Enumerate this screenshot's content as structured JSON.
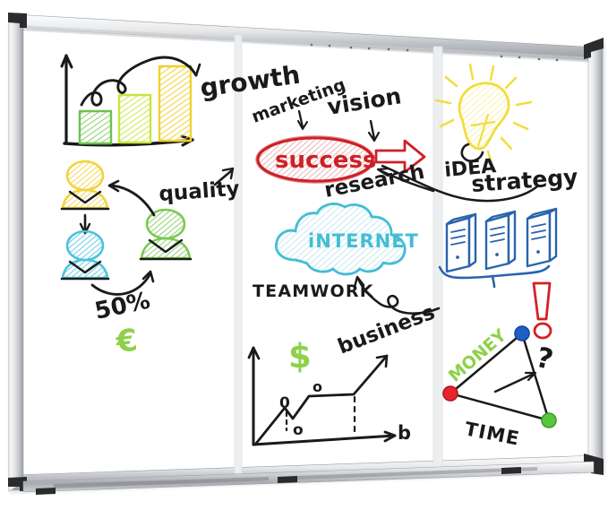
{
  "scene": {
    "title": "Whiteboard with hand-drawn business brainstorm sketches",
    "surface_color": "#ffffff",
    "frame_color": "#d8dade",
    "frame_highlight": "#f4f5f6",
    "frame_shadow": "#8f9296",
    "corner_color": "#2b2b2d",
    "tray_color": "#b9bcc0",
    "panel_divider_color": "#e3e5e8",
    "panel_count": 3
  },
  "panels": [
    {
      "name": "left-panel"
    },
    {
      "name": "center-panel"
    },
    {
      "name": "right-panel"
    }
  ],
  "colors": {
    "ink_black": "#1a1a1a",
    "bar_green": "#6cc24a",
    "bar_lime": "#c6e63c",
    "bar_yellow": "#f0d030",
    "person_yellow": "#f2d33c",
    "person_cyan": "#4cc3dd",
    "person_green": "#7dc855",
    "euro_green": "#8ed14a",
    "dollar_green": "#8ed14a",
    "success_red": "#cc2127",
    "cloud_cyan": "#45bcd4",
    "server_blue": "#2a63ad",
    "bulb_yellow": "#f2dd3c",
    "money_green": "#8ed14a",
    "dot_red": "#e8232a",
    "dot_blue": "#1f5fc4",
    "dot_green": "#57c63b",
    "exclaim_red": "#d32027"
  },
  "sketches": {
    "left": {
      "bar_chart": {
        "name": "growth-bar-chart",
        "label": "growth",
        "bars": [
          {
            "color_key": "bar_green",
            "height_rel": 0.33
          },
          {
            "color_key": "bar_lime",
            "height_rel": 0.62
          },
          {
            "color_key": "bar_yellow",
            "height_rel": 1.0
          }
        ],
        "arrow": "looping-arc-over-bars"
      },
      "people": {
        "name": "people-cluster",
        "items": [
          "person-yellow",
          "person-cyan",
          "person-green"
        ],
        "label_quality": "quality",
        "label_percent": "50%",
        "euro_symbol": "€"
      }
    },
    "center": {
      "label_marketing": "marketing",
      "label_vision": "vision",
      "label_success": "success",
      "label_research": "research",
      "label_internet": "iNTERNET",
      "label_teamwork": "TEAMWORK",
      "label_business": "business",
      "dollar_symbol": "$",
      "axis_label_x": "b",
      "axis_marks": [
        "0",
        "o",
        "o"
      ]
    },
    "right": {
      "label_idea": "iDEA",
      "label_strategy": "strategy",
      "label_money": "MONEY",
      "label_time": "TIME",
      "label_question": "?",
      "servers_count": 3,
      "bulb": "light-bulb-with-rays",
      "exclamation": "!"
    }
  }
}
